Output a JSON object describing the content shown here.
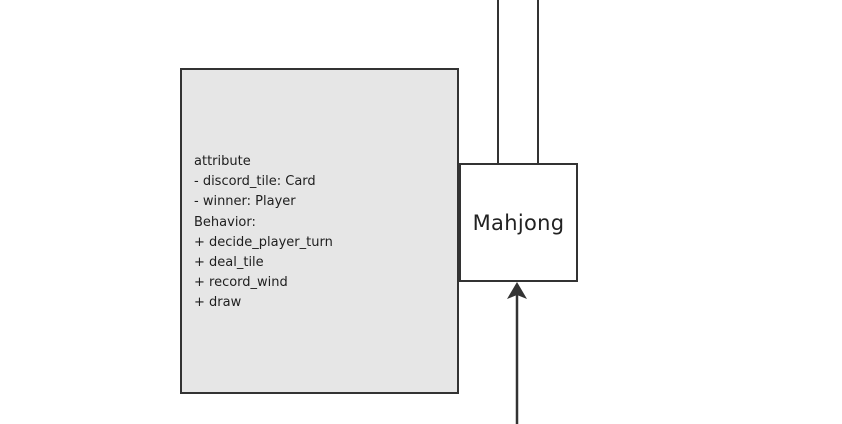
{
  "diagram": {
    "note": {
      "lines": [
        "attribute",
        "- discord_tile: Card",
        "- winner: Player",
        "Behavior:",
        "+ decide_player_turn",
        "+ deal_tile",
        "+ record_wind",
        "+ draw"
      ]
    },
    "class_box": {
      "title": "Mahjong"
    },
    "colors": {
      "note_fill": "#e6e6e6",
      "stroke": "#333333",
      "background": "#ffffff"
    }
  }
}
